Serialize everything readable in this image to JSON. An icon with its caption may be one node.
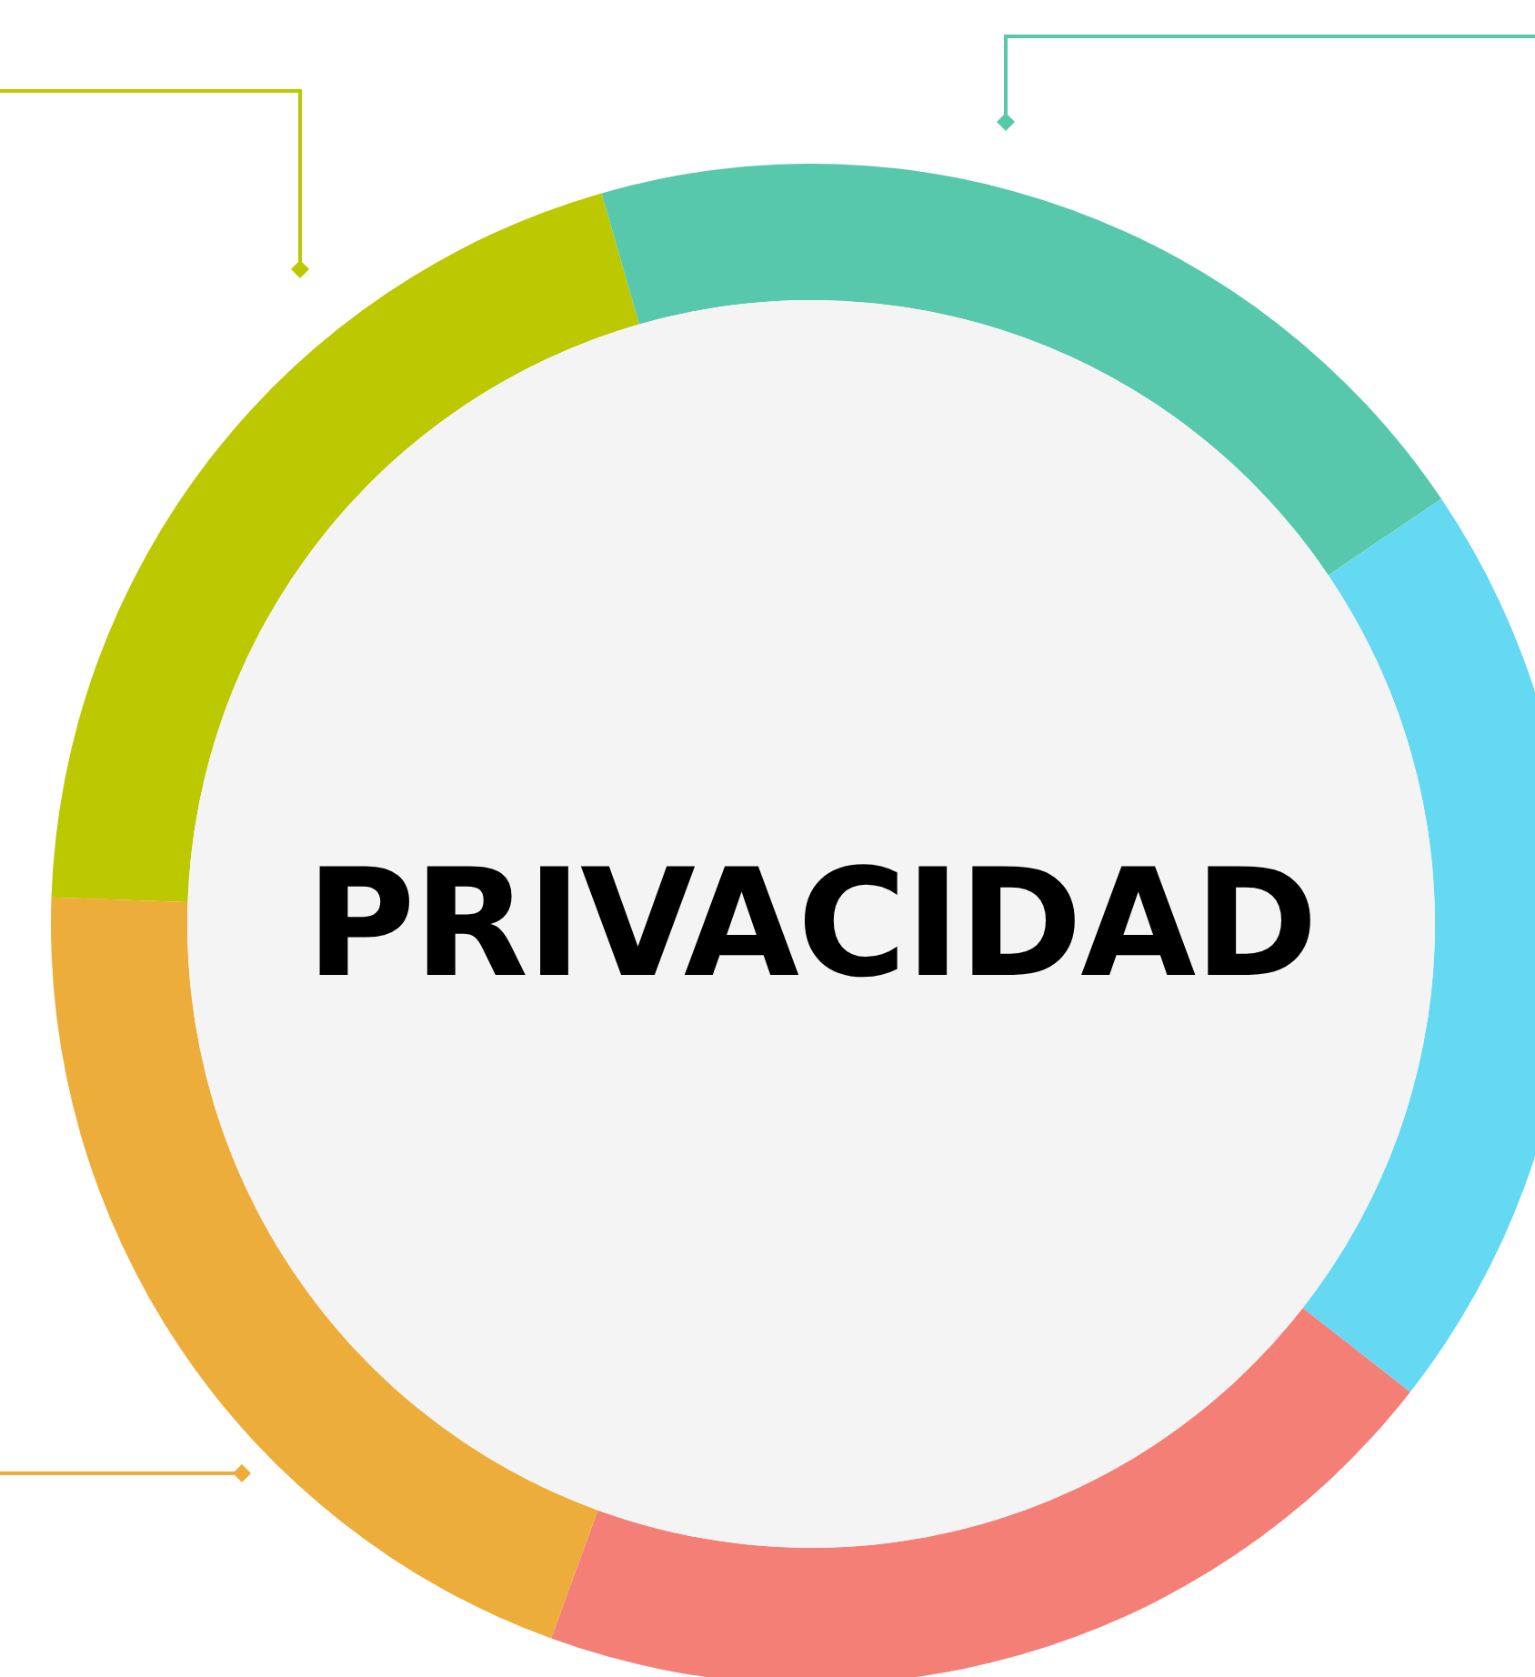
{
  "diagram": {
    "nodes": [
      {
        "text": [
          "PRIVACIDAD"
        ]
      },
      {
        "text": [],
        "shape": "arc"
      },
      {
        "text": [],
        "shape": "arc"
      },
      {
        "text": [],
        "shape": "arc"
      },
      {
        "text": [],
        "shape": "arc"
      },
      {
        "text": [],
        "shape": "arc"
      }
    ],
    "edges": [
      {
        "from": null,
        "to": 1,
        "arrow": "other",
        "color": "#bcc800"
      },
      {
        "from": null,
        "to": 2,
        "arrow": "other",
        "color": "#58c8ad"
      },
      {
        "from": null,
        "to": 5,
        "arrow": "other",
        "color": "#ecad3a"
      }
    ]
  }
}
